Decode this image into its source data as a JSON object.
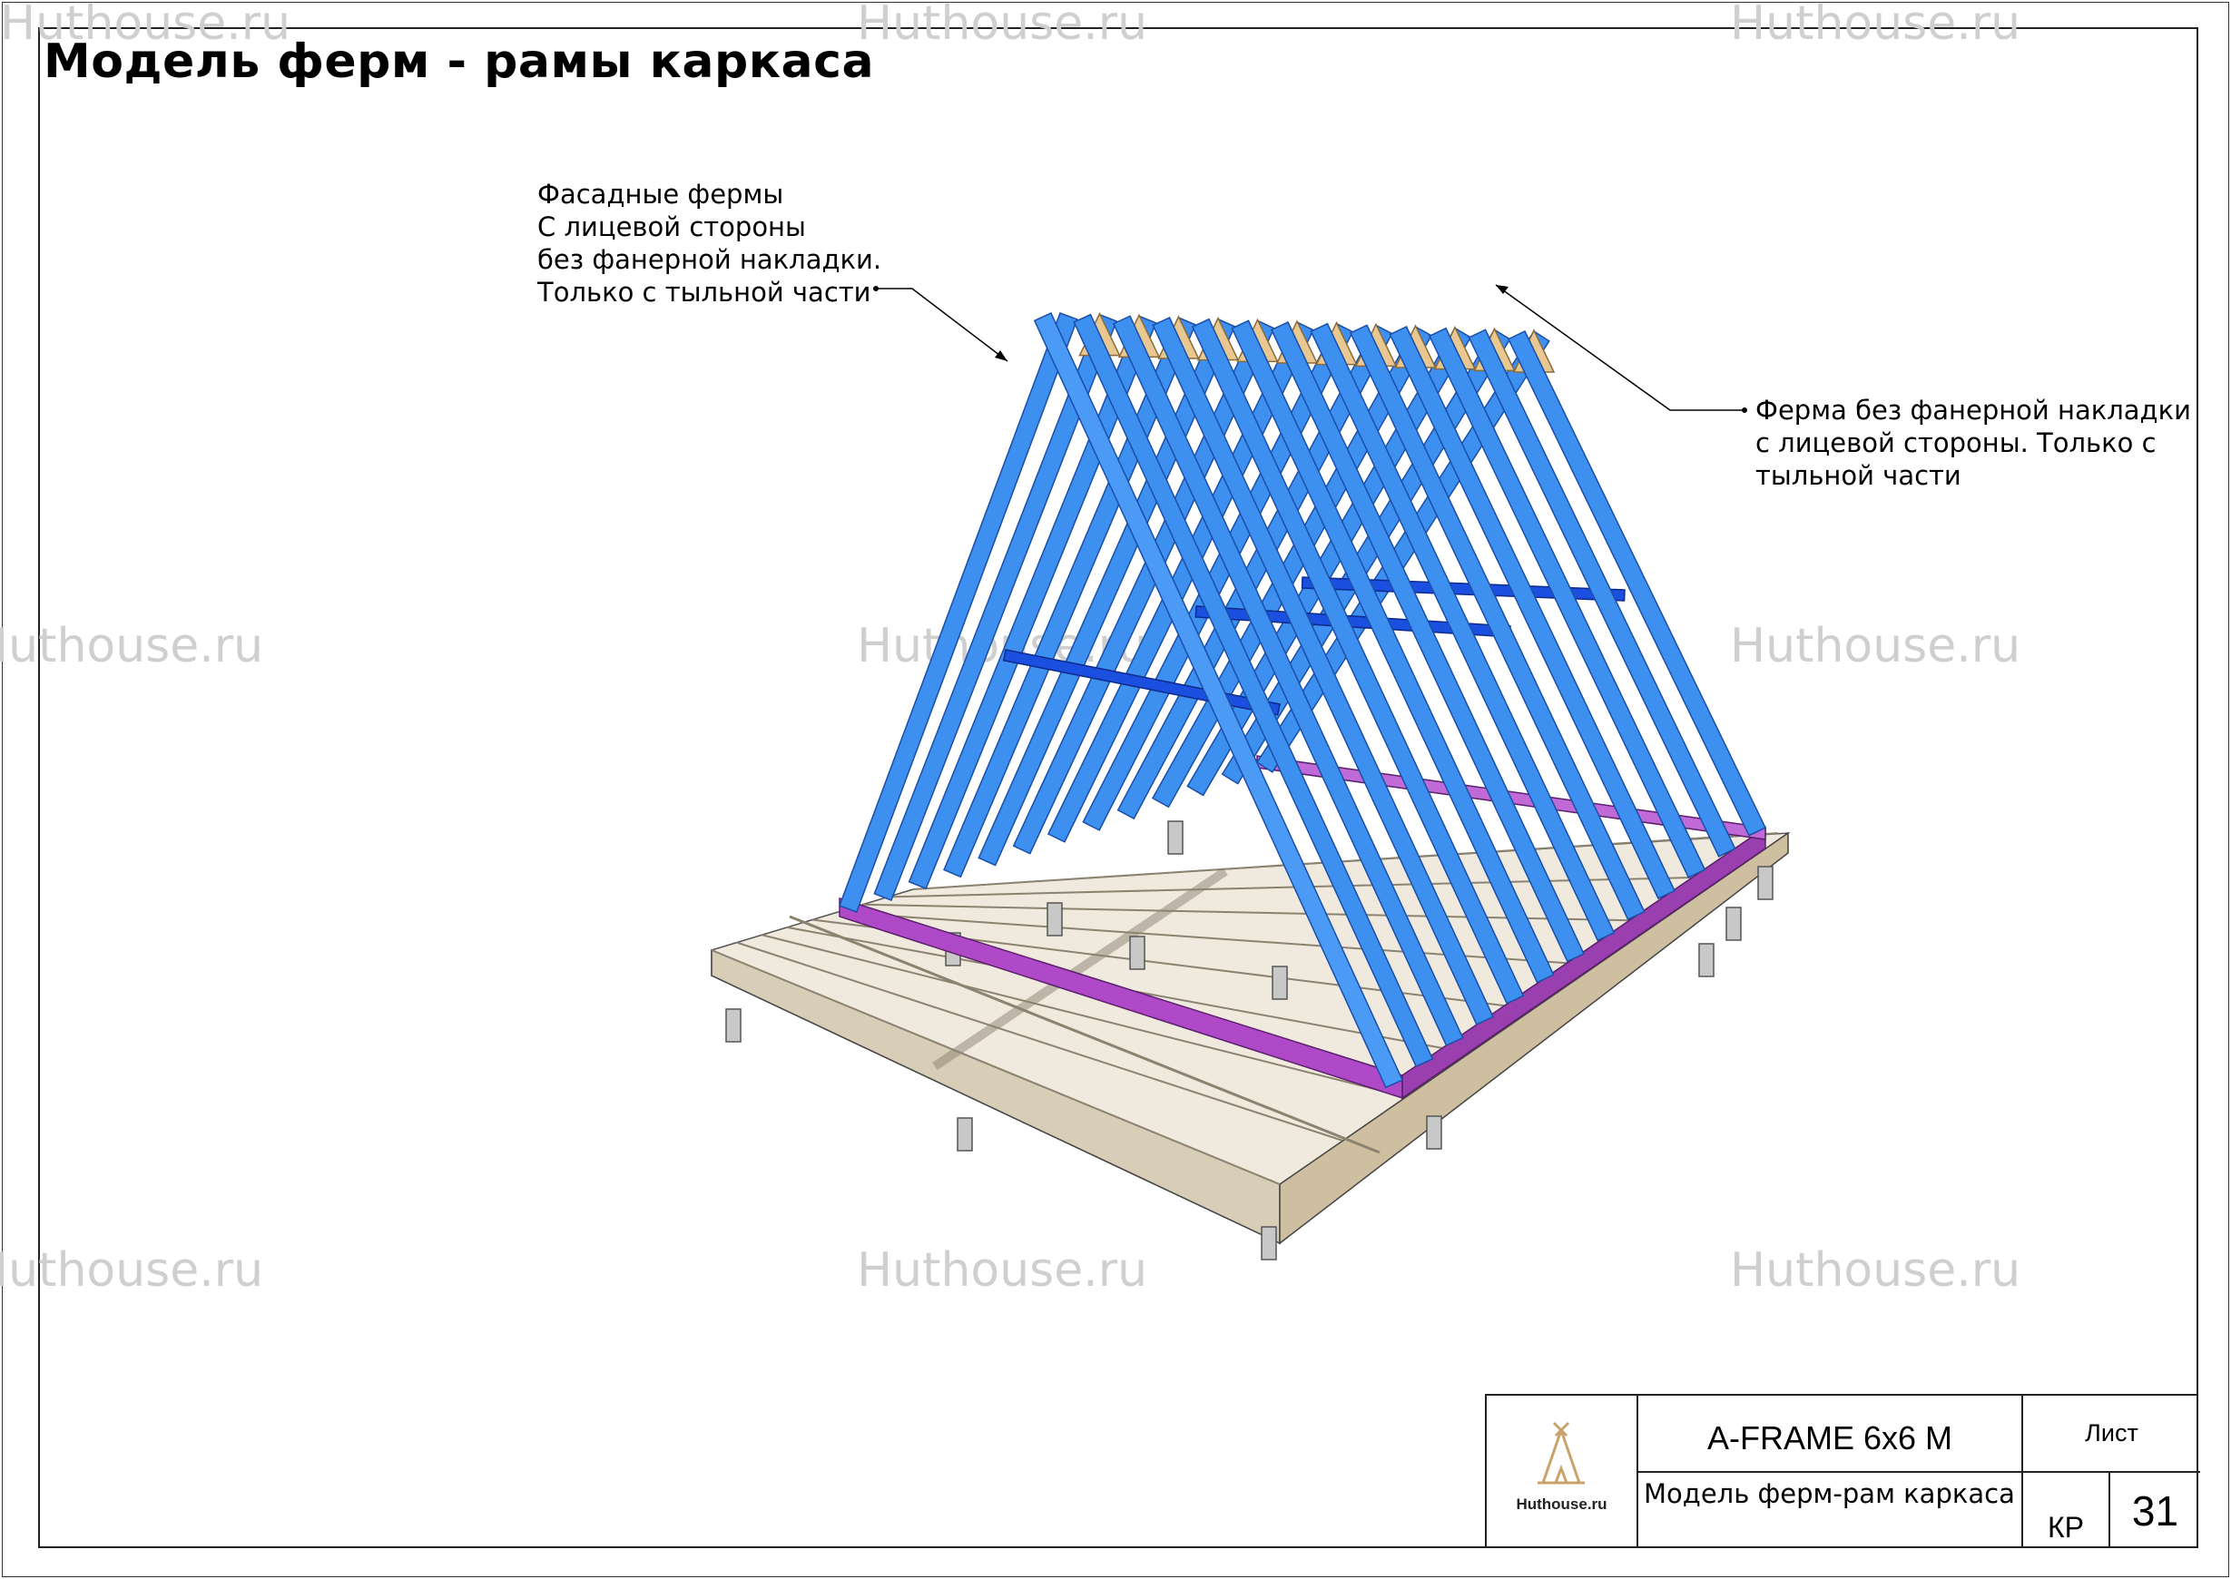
{
  "title": "Модель ферм - рамы каркаса",
  "watermark": "Huthouse.ru",
  "annotations": {
    "left": {
      "lines": [
        "Фасадные фермы",
        "С лицевой стороны",
        "без фанерной накладки.",
        "Только с тыльной части"
      ]
    },
    "right": {
      "lines": [
        "Ферма без фанерной накладки",
        "с лицевой стороны. Только с",
        "тыльной части"
      ]
    }
  },
  "stamp": {
    "logo_text": "Huthouse.ru",
    "project": "A-FRAME 6x6 M",
    "description": "Модель ферм-рам каркаса",
    "sheet_label": "Лист",
    "code": "КР",
    "sheet_number": "31"
  },
  "colors": {
    "rafter": "#3d8ff0",
    "rafter_dark": "#1a4fa8",
    "crossbar": "#1a4fe0",
    "plywood": "#e8c890",
    "sill": "#b049c8",
    "platform": "#e8e0d0",
    "pile": "#c8c8c8"
  },
  "icons": {
    "logo": "teepee-logo-icon"
  }
}
